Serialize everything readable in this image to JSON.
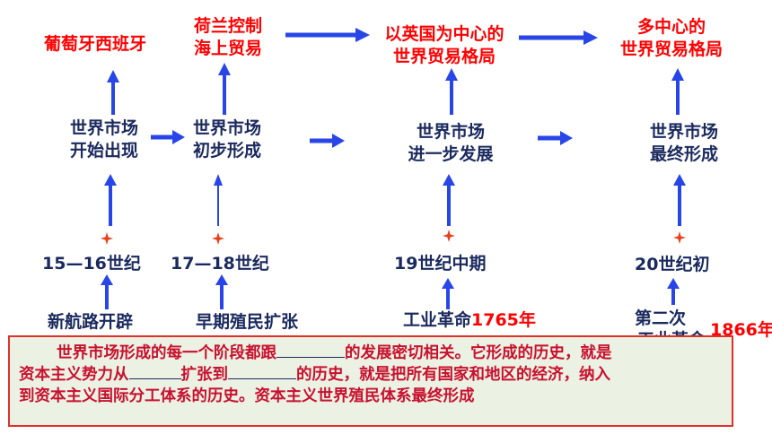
{
  "top": {
    "portugal_spain": "葡萄牙西班牙",
    "netherlands_l1": "荷兰控制",
    "netherlands_l2": "海上贸易",
    "britain_l1": "以英国为中心的",
    "britain_l2": "世界贸易格局",
    "multi_l1": "多中心的",
    "multi_l2": "世界贸易格局"
  },
  "stages": {
    "s1_l1": "世界市场",
    "s1_l2": "开始出现",
    "s2_l1": "世界市场",
    "s2_l2": "初步形成",
    "s3_l1": "世界市场",
    "s3_l2": "进一步发展",
    "s4_l1": "世界市场",
    "s4_l2": "最终形成"
  },
  "periods": {
    "p1": "15—16世纪",
    "p2": "17—18世纪",
    "p3": "19世纪中期",
    "p4": "20世纪初"
  },
  "causes": {
    "c1": "新航路开辟",
    "c2": "早期殖民扩张",
    "c3": "工业革命",
    "c3_year": "1765年",
    "c4_l1": "第二次",
    "c4_l2": "工业革命",
    "c4_year": "1866年"
  },
  "note": {
    "p1_a": "世界市场形成的每一个阶段都跟",
    "p1_b": "的发展密切相关。它形成的历史，就是",
    "p2_a": "资本主义势力从",
    "p2_b": "扩张到",
    "p2_c": "的历史，就是把所有国家和地区的经济，纳入",
    "p3": "到资本主义国际分工体系的历史。资本主义世界殖民体系最终形成"
  },
  "colors": {
    "arrow": "#2846e8",
    "navy": "#1b2a5e",
    "red": "#ff0000",
    "spark": "#e8401c",
    "note_bg": "#ebf2e3",
    "note_border": "#e0302a"
  }
}
